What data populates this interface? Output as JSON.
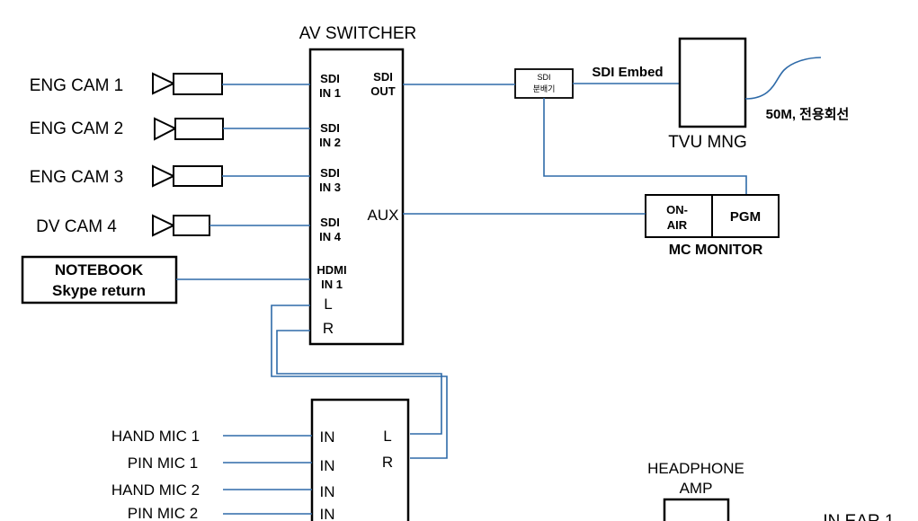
{
  "switcher": {
    "title": "AV SWITCHER",
    "inputs": [
      {
        "line1": "SDI",
        "line2": "IN 1"
      },
      {
        "line1": "SDI",
        "line2": "IN 2"
      },
      {
        "line1": "SDI",
        "line2": "IN 3"
      },
      {
        "line1": "SDI",
        "line2": "IN 4"
      },
      {
        "line1": "HDMI",
        "line2": "IN 1"
      }
    ],
    "audio_l": "L",
    "audio_r": "R",
    "out_line1": "SDI",
    "out_line2": "OUT",
    "aux": "AUX"
  },
  "cameras": [
    "ENG CAM 1",
    "ENG CAM 2",
    "ENG CAM 3",
    "DV CAM 4"
  ],
  "notebook": {
    "line1": "NOTEBOOK",
    "line2": "Skype return"
  },
  "distributor": {
    "line1": "SDI",
    "line2": "분배기"
  },
  "sdi_embed": "SDI Embed",
  "tvu": {
    "label": "TVU MNG",
    "link": "50M, 전용회선"
  },
  "mc_monitor": {
    "on_air_line1": "ON-",
    "on_air_line2": "AIR",
    "pgm": "PGM",
    "label": "MC MONITOR"
  },
  "mixer": {
    "in_label": "IN",
    "out_l": "L",
    "out_r": "R"
  },
  "mics": [
    "HAND MIC 1",
    "PIN MIC 1",
    "HAND MIC 2",
    "PIN MIC 2"
  ],
  "headphone_amp": {
    "line1": "HEADPHONE",
    "line2": "AMP"
  },
  "in_ear": "IN EAR 1"
}
